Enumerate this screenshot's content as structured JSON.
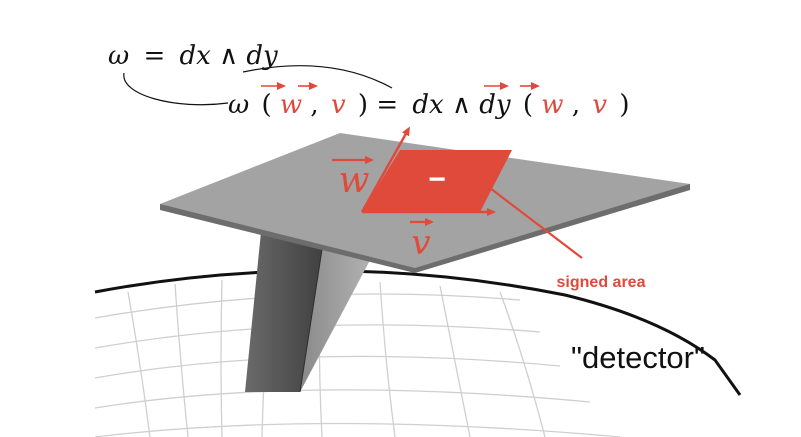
{
  "colors": {
    "accent_red": "#e04a3a",
    "plane_gray": "#a3a3a3",
    "plane_edge": "#6d6d6d",
    "grid_gray": "#cfcfcf",
    "ink": "#111111"
  },
  "formula1": {
    "omega": "ω",
    "equals": "=",
    "rhs": "dx ∧ dy"
  },
  "formula2": {
    "omega": "ω",
    "open_paren": "(",
    "w": "w",
    "comma": ",",
    "v": "v",
    "close_paren_eq": ") =",
    "rhs": "dx ∧ dy",
    "open_paren2": "(",
    "w2": "w",
    "comma2": ",",
    "v2": "v",
    "close_paren2": ")"
  },
  "vectors": {
    "w_label": "w",
    "v_label": "v",
    "sign": "−"
  },
  "labels": {
    "signed_area": "signed area",
    "detector": "\"detector\""
  }
}
